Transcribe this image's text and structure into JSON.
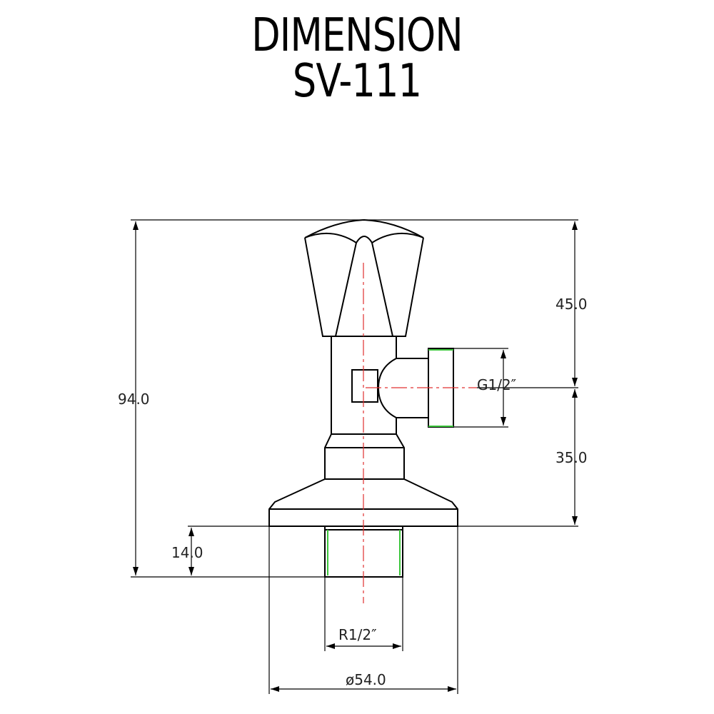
{
  "header": {
    "title_line1": "DIMENSION",
    "title_line2": "SV-111"
  },
  "dimensions": {
    "total_height": "94.0",
    "upper_height": "45.0",
    "lower_height": "35.0",
    "thread_length": "14.0",
    "outlet_thread": "G1/2″",
    "inlet_thread": "R1/2″",
    "flange_diameter": "ø54.0"
  },
  "colors": {
    "outline": "#000000",
    "centerline": "#e03030",
    "thread": "#3cc63c"
  }
}
